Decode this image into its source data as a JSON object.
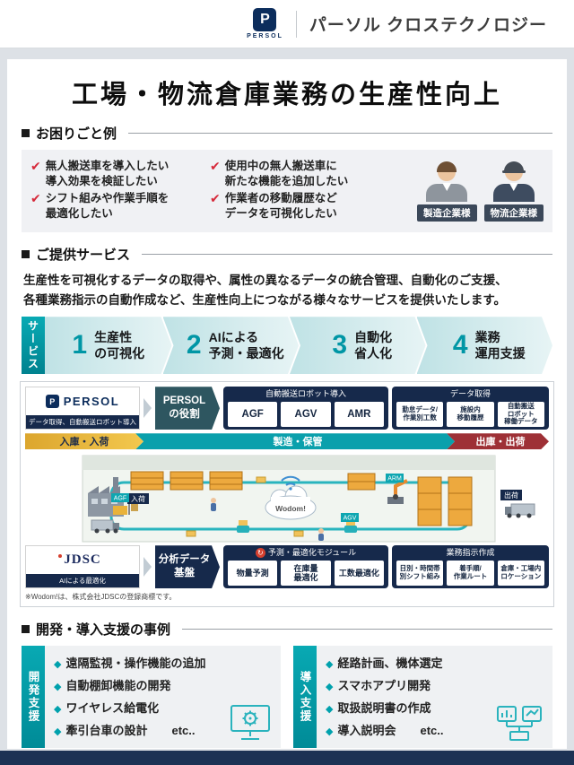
{
  "header": {
    "logo_mark": "P",
    "logo_text": "PERSOL",
    "brand": "パーソル クロステクノロジー"
  },
  "page_title": "工場・物流倉庫業務の生産性向上",
  "concerns": {
    "heading": "お困りごと例",
    "items": [
      {
        "text": "無人搬送車を導入したい\n導入効果を検証したい"
      },
      {
        "text": "使用中の無人搬送車に\n新たな機能を追加したい"
      },
      {
        "text": "シフト組みや作業手順を\n最適化したい"
      },
      {
        "text": "作業者の移動履歴など\nデータを可視化したい"
      }
    ],
    "personas": [
      {
        "label": "製造企業様"
      },
      {
        "label": "物流企業様"
      }
    ]
  },
  "services": {
    "heading": "ご提供サービス",
    "desc1": "生産性を可視化するデータの取得や、属性の異なるデータの統合管理、自動化のご支援、",
    "desc2": "各種業務指示の自動作成など、生産性向上につながる様々なサービスを提供いたします。",
    "band_label": "サービス",
    "steps": [
      {
        "num": "1",
        "label": "生産性\nの可視化"
      },
      {
        "num": "2",
        "label": "AIによる\n予測・最適化"
      },
      {
        "num": "3",
        "label": "自動化\n省人化"
      },
      {
        "num": "4",
        "label": "業務\n運用支援"
      }
    ]
  },
  "diagram": {
    "persol": {
      "mark": "P",
      "logo": "PERSOL",
      "caption": "データ取得、自動搬送ロボット導入",
      "role": "PERSOL\nの役割"
    },
    "robots": {
      "title": "自動搬送ロボット導入",
      "items": [
        "AGF",
        "AGV",
        "AMR"
      ]
    },
    "data": {
      "title": "データ取得",
      "items": [
        "勤怠データ/\n作業別工数",
        "施設内\n移動履歴",
        "自動搬送\nロボット\n稼働データ"
      ]
    },
    "flow": {
      "inbound": "入庫・入荷",
      "middle": "製造・保管",
      "outbound": "出庫・出荷"
    },
    "illust": {
      "in_tag": "入荷",
      "out_tag": "出荷",
      "agf": "AGF",
      "agv": "AGV",
      "arm": "ARM",
      "cloud": "Wodom!"
    },
    "jdsc": {
      "logo": "JDSC",
      "caption": "AIによる最適化",
      "role": "分析データ\n基盤"
    },
    "predict": {
      "title": "予測・最適化モジュール",
      "icon": "↻",
      "items": [
        "物量予測",
        "在庫量\n最適化",
        "工数最適化"
      ]
    },
    "tasks": {
      "title": "業務指示作成",
      "items": [
        "日別・時間帯\n別シフト組み",
        "着手順/\n作業ルート",
        "倉庫・工場内\nロケーション"
      ]
    },
    "note": "※Wodom!は、株式会社JDSCの登録商標です。"
  },
  "cases": {
    "heading": "開発・導入支援の事例",
    "dev": {
      "tab": "開発支援",
      "items": [
        "遠隔監視・操作機能の追加",
        "自動棚卸機能の開発",
        "ワイヤレス給電化",
        "牽引台車の設計"
      ],
      "etc": "etc.."
    },
    "intro": {
      "tab": "導入支援",
      "items": [
        "経路計画、機体選定",
        "スマホアプリ開発",
        "取扱説明書の作成",
        "導入説明会"
      ],
      "etc": "etc.."
    }
  }
}
